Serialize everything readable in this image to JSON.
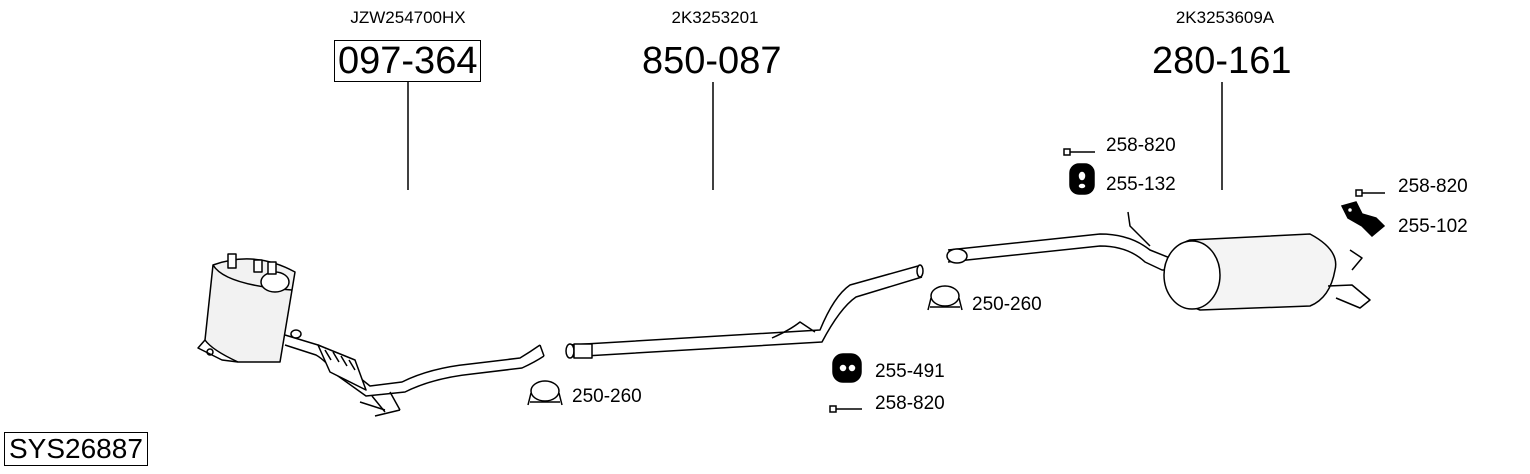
{
  "system_code": "SYS26887",
  "main_parts": [
    {
      "oe": "JZW254700HX",
      "part": "097-364",
      "boxed": true
    },
    {
      "oe": "2K3253201",
      "part": "850-087",
      "boxed": false
    },
    {
      "oe": "2K3253609A",
      "part": "280-161",
      "boxed": false
    }
  ],
  "accessories": [
    {
      "part": "250-260",
      "icon": "clamp-icon"
    },
    {
      "part": "250-260",
      "icon": "clamp-icon"
    },
    {
      "part": "255-491",
      "icon": "rubber-mount-icon"
    },
    {
      "part": "258-820",
      "icon": "bolt-icon"
    },
    {
      "part": "258-820",
      "icon": "bolt-icon"
    },
    {
      "part": "255-132",
      "icon": "rubber-mount-icon"
    },
    {
      "part": "258-820",
      "icon": "bolt-icon"
    },
    {
      "part": "255-102",
      "icon": "bracket-icon"
    }
  ]
}
